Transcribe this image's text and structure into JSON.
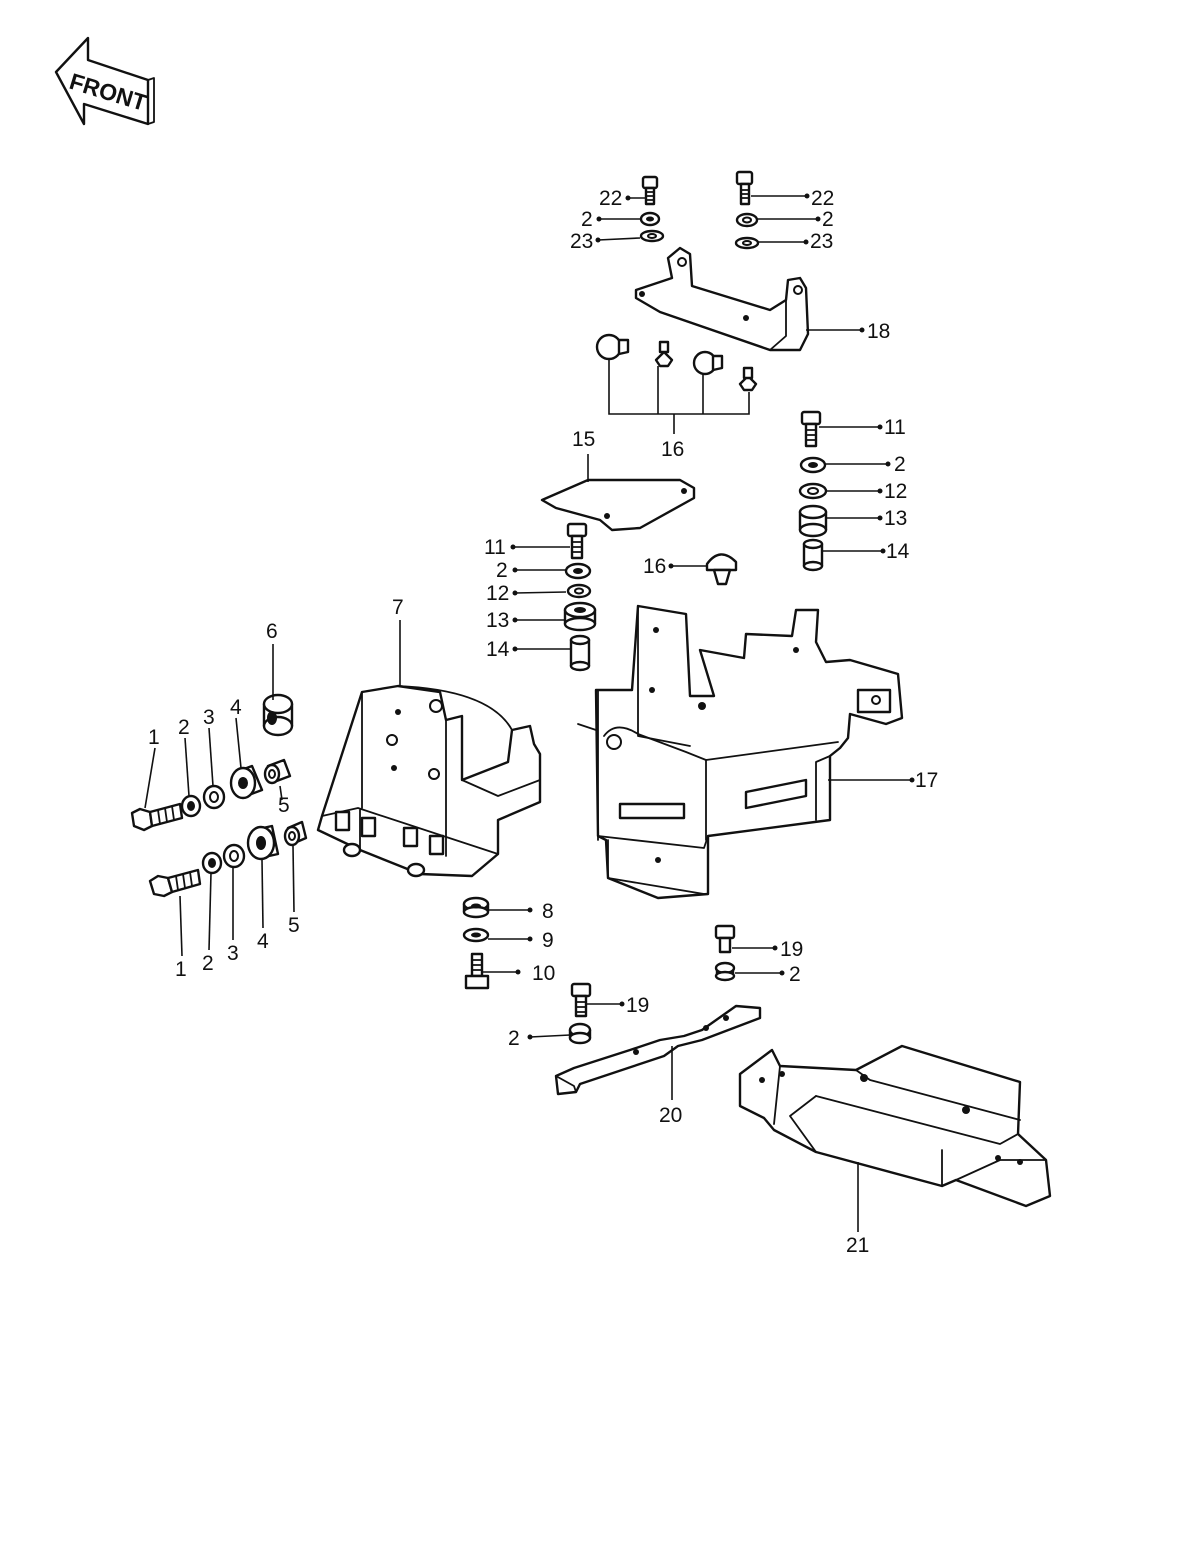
{
  "front_badge": {
    "text": "FRONT"
  },
  "callouts": [
    {
      "id": "c22a",
      "text": "22"
    },
    {
      "id": "c2a",
      "text": "2"
    },
    {
      "id": "c23a",
      "text": "23"
    },
    {
      "id": "c22b",
      "text": "22"
    },
    {
      "id": "c2b",
      "text": "2"
    },
    {
      "id": "c23b",
      "text": "23"
    },
    {
      "id": "c18",
      "text": "18"
    },
    {
      "id": "c16a",
      "text": "16"
    },
    {
      "id": "c15",
      "text": "15"
    },
    {
      "id": "c11a",
      "text": "11"
    },
    {
      "id": "c2c",
      "text": "2"
    },
    {
      "id": "c12a",
      "text": "12"
    },
    {
      "id": "c13a",
      "text": "13"
    },
    {
      "id": "c14a",
      "text": "14"
    },
    {
      "id": "c11b",
      "text": "11"
    },
    {
      "id": "c2d",
      "text": "2"
    },
    {
      "id": "c12b",
      "text": "12"
    },
    {
      "id": "c13b",
      "text": "13"
    },
    {
      "id": "c14b",
      "text": "14"
    },
    {
      "id": "c16b",
      "text": "16"
    },
    {
      "id": "c7",
      "text": "7"
    },
    {
      "id": "c17",
      "text": "17"
    },
    {
      "id": "c6",
      "text": "6"
    },
    {
      "id": "c1a",
      "text": "1"
    },
    {
      "id": "c2e",
      "text": "2"
    },
    {
      "id": "c3a",
      "text": "3"
    },
    {
      "id": "c4a",
      "text": "4"
    },
    {
      "id": "c5a",
      "text": "5"
    },
    {
      "id": "c1b",
      "text": "1"
    },
    {
      "id": "c2f",
      "text": "2"
    },
    {
      "id": "c3b",
      "text": "3"
    },
    {
      "id": "c4b",
      "text": "4"
    },
    {
      "id": "c5b",
      "text": "5"
    },
    {
      "id": "c8",
      "text": "8"
    },
    {
      "id": "c9",
      "text": "9"
    },
    {
      "id": "c10",
      "text": "10"
    },
    {
      "id": "c19a",
      "text": "19"
    },
    {
      "id": "c2g",
      "text": "2"
    },
    {
      "id": "c19b",
      "text": "19"
    },
    {
      "id": "c2h",
      "text": "2"
    },
    {
      "id": "c20",
      "text": "20"
    },
    {
      "id": "c21",
      "text": "21"
    }
  ]
}
